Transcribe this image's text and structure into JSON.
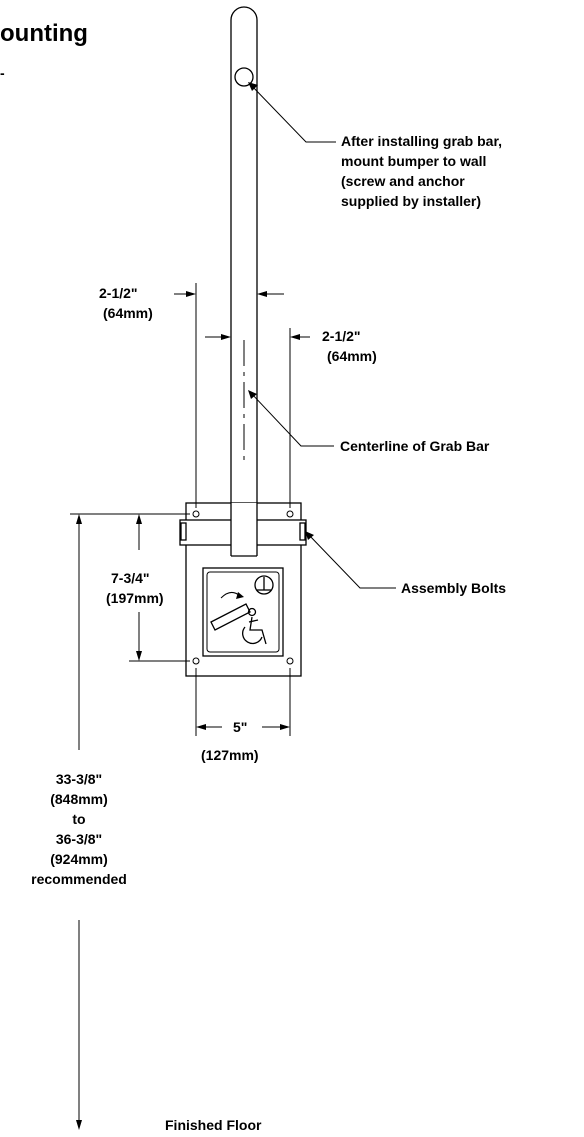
{
  "title": "ounting",
  "title_fragment": "-",
  "notes": {
    "bumper": [
      "After installing grab bar,",
      "mount bumper to wall",
      "(screw and anchor",
      "supplied by installer)"
    ],
    "centerline": "Centerline of Grab Bar",
    "bolts": "Assembly Bolts",
    "floor": "Finished Floor"
  },
  "dimensions": {
    "left_offset": [
      "2-1/2\"",
      "(64mm)"
    ],
    "right_offset": [
      "2-1/2\"",
      "(64mm)"
    ],
    "plate_height": [
      "7-3/4\"",
      "(197mm)"
    ],
    "plate_width": [
      "5\"",
      "(127mm)"
    ],
    "mount_height": [
      "33-3/8\"",
      "(848mm)",
      "to",
      "36-3/8\"",
      "(924mm)",
      "recommended"
    ]
  },
  "icons": {
    "plate_sign": "wheelchair-accessibility-icon"
  }
}
